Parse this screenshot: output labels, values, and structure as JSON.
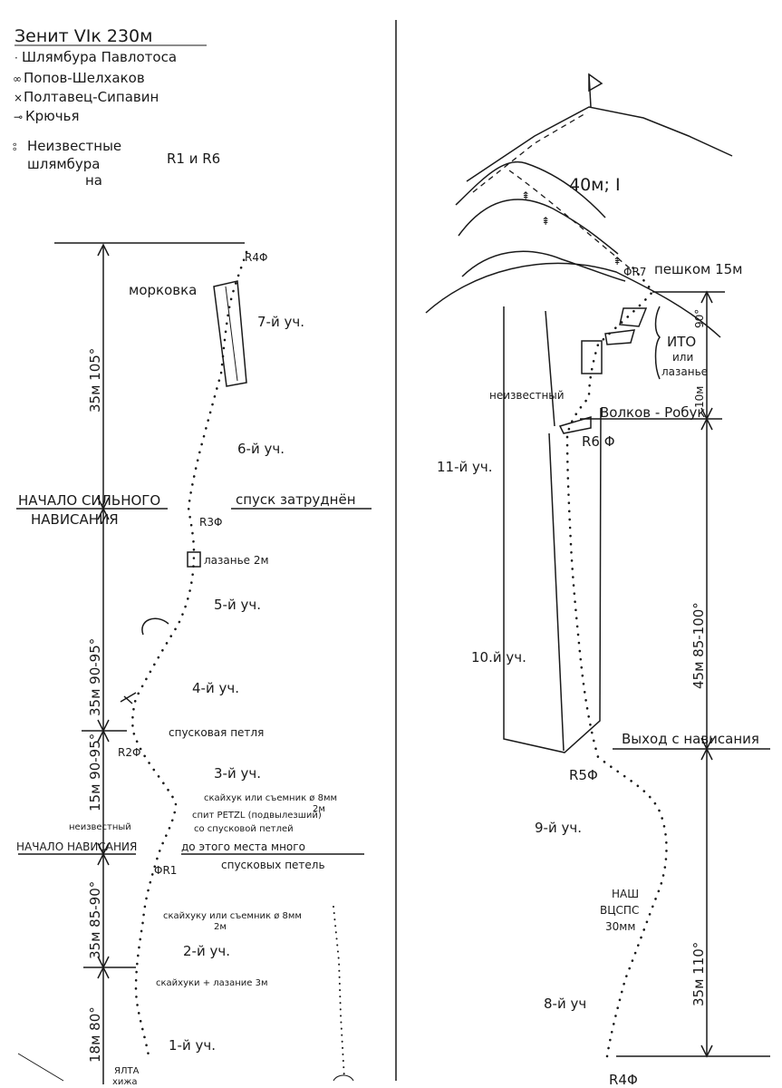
{
  "legend": {
    "title": "Зенит VIк 230м",
    "items": [
      {
        "marker": "·",
        "label": "Шлямбура Павлотоса"
      },
      {
        "marker": "∞",
        "label": "Попов-Шелхаков"
      },
      {
        "marker": "×",
        "label": "Полтавец-Сипавин"
      },
      {
        "marker": "⊸",
        "label": "Крючья"
      }
    ],
    "unknown_marker": "⦂",
    "unknown_line1": "Неизвестные",
    "unknown_line2": "шлямбура",
    "unknown_line3": "на",
    "unknown_refs": "R1 и R6"
  },
  "left_topo": {
    "belays": {
      "r4": "R4Φ",
      "r3": "R3Φ",
      "r2": "R2Φ",
      "r1": "ΦR1"
    },
    "labels": {
      "morkovka": "морковка",
      "start_strong_1": "НАЧАЛО СИЛЬНОГО",
      "start_strong_2": "НАВИСАНИЯ",
      "descent_hard": "спуск затруднён",
      "lazanie_2m": "лазанье 2м",
      "descent_loop": "спусковая петля",
      "skyhook_line1": "скайхук или съемник ø 8мм",
      "skyhook_line2": "2м",
      "petzl_line1": "спит PETZL (подвылезший)",
      "petzl_line2": "со спусковой петлей",
      "unknown": "неизвестный",
      "start_overhang": "НАЧАЛО НАВИСАНИЯ",
      "many_loops_1": "до этого места много",
      "many_loops_2": "спусковых петель",
      "skyhooks_line1": "скайхуку или съемник ø 8мм",
      "skyhooks_line2": "2м",
      "skyhooks_lazanie": "скайхуки + лазание 3м",
      "bottom_cut_1": "ЯЛТА",
      "bottom_cut_2": "хижа"
    },
    "pitches": {
      "p7": "7-й уч.",
      "p6": "6-й уч.",
      "p5": "5-й уч.",
      "p4": "4-й уч.",
      "p3": "3-й уч.",
      "p2": "2-й уч.",
      "p1": "1-й уч."
    },
    "dimensions": {
      "d1": "35м 105°",
      "d2": "35м 90-95°",
      "d3": "15м 90-95°",
      "d4": "35м 85-90°",
      "d5": "18м 80°"
    }
  },
  "right_topo": {
    "belays": {
      "r7": "ΦR7",
      "r6": "R6 Φ",
      "r5": "R5Φ",
      "r_bottom": "R4Φ"
    },
    "labels": {
      "summit_pitch": "40м; I",
      "walk": "пешком 15м",
      "ito_1": "ИТО",
      "ito_2": "или",
      "ito_3": "лазанье",
      "unknown": "неизвестный",
      "volkov": "Волков - Робук",
      "exit_overhang": "Выход с нависания",
      "nash_1": "НАШ",
      "nash_2": "ВЦСПС",
      "nash_3": "30мм"
    },
    "pitches": {
      "p11": "11-й уч.",
      "p10": "10.й уч.",
      "p9": "9-й уч.",
      "p8": "8-й уч"
    },
    "dimensions": {
      "d1": "90°",
      "d2": "10м",
      "d3": "45м 85-100°",
      "d4": "35м 110°"
    }
  }
}
